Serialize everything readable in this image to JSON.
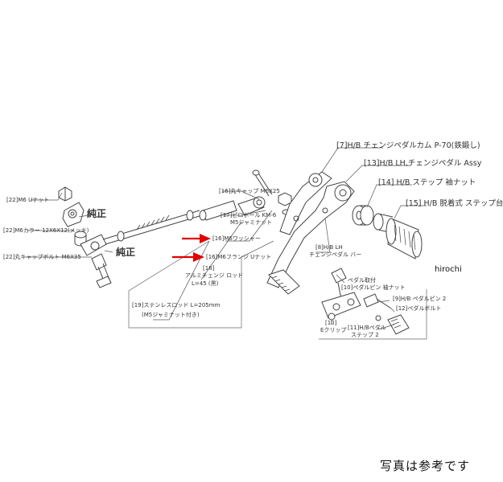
{
  "labels": {
    "p22_nut": "[22]M6 Uナット",
    "p22_collar": "[22]M6カラー 12X6X12(メッキ)",
    "p22_bolt": "[22]丸キャップボルト M6X35",
    "junsei_top": "純正",
    "junsei_bottom": "純正",
    "p16_cap": "[16]丸キャップ M6X25",
    "p17_line1": "[17]ピロボール KM-6",
    "p17_line2": "M5ジャミナット",
    "p16_washer": "[16]M6ワッシャー",
    "p16_unut": "[16]M6フランジ Uナット",
    "p18_num": "[18]",
    "p18_line1": "アルミチェンジ ロッド",
    "p18_line2": "L=45 (黒)",
    "p19_line1": "[19]ステンレスロッド L=205mm",
    "p19_line2": "(M5ジャミナット付き)",
    "p7": "[7]H/B チェンジペダルカム P-70(鉄鍛し)",
    "p13": "[13]H/B LH,チェンジペダル Assy",
    "p14": "[14] H/B ステップ 袖ナット",
    "p15": "[15] H/B 脱着式 ステップ台",
    "p8_line1": "[8]H/B LH",
    "p8_line2": "チェンジペダル バー",
    "p10_group": "ペダル取付",
    "p10_a": "[10]ペダルピン 袖ナット",
    "p9": "[9]H/B ペダルピン 2",
    "p12": "[12]ペダルボルト",
    "p10_clip": "[10]",
    "p10_clip2": "Eクリップ",
    "p11_line1": "[11]H/Bペダル",
    "p11_line2": "ステップ 2"
  },
  "watermark": "hirochi",
  "caption": "写真は参考です",
  "colors": {
    "arrow": "#e00000",
    "line": "#444444"
  }
}
